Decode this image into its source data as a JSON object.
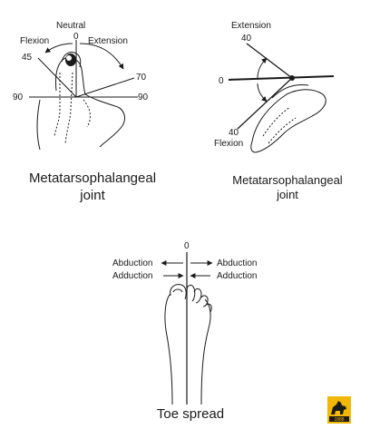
{
  "panels": {
    "mtp_left": {
      "labels": {
        "neutral": "Neutral",
        "zero": "0",
        "flexion": "Flexion",
        "extension": "Extension",
        "deg45": "45",
        "deg70": "70",
        "deg90_left": "90",
        "deg90_right": "90"
      },
      "caption_line1": "Metatarsophalangeal",
      "caption_line2": "joint"
    },
    "mtp_right": {
      "labels": {
        "extension": "Extension",
        "deg40_top": "40",
        "zero": "0",
        "deg40_bottom": "40",
        "flexion": "Flexion"
      },
      "caption_line1": "Metatarsophalangeal",
      "caption_line2": "joint"
    },
    "toe_spread": {
      "labels": {
        "zero": "0",
        "abduction_left": "Abduction",
        "adduction_left": "Adduction",
        "abduction_right": "Abduction",
        "adduction_right": "Adduction"
      },
      "caption": "Toe spread"
    }
  },
  "logo": {
    "year": "1888",
    "color": "#f2b807"
  }
}
